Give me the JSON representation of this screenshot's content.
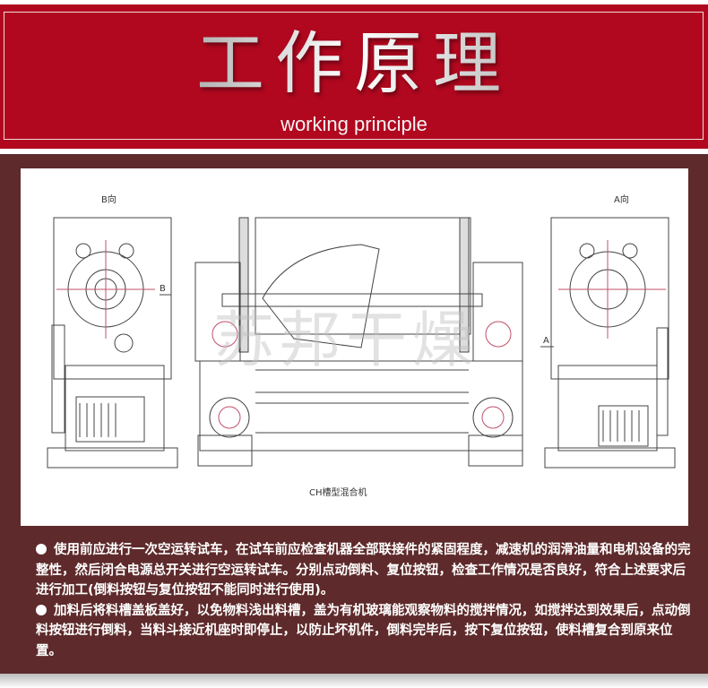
{
  "header": {
    "title": "工作原理",
    "subtitle": "working principle"
  },
  "drawing": {
    "label_b_view": "B向",
    "label_a_view": "A向",
    "arrow_b": "B",
    "arrow_a": "A",
    "caption": "CH槽型混合机",
    "watermark": "苏邦干燥"
  },
  "instructions": [
    "使用前应进行一次空运转试车，在试车前应检查机器全部联接件的紧固程度，减速机的润滑油量和电机设备的完整性，然后闭合电源总开关进行空运转试车。分别点动倒料、复位按钮，检查工作情况是否良好，符合上述要求后进行加工(倒料按钮与复位按钮不能同时进行使用)。",
    "加料后将料槽盖板盖好，以免物料浅出料槽，盖为有机玻璃能观察物料的搅拌情况，如搅拌达到效果后，点动倒料按钮进行倒料，当料斗接近机座时即停止，以防止坏机件，倒料完毕后，按下复位按钮，使料槽复合到原来位置。"
  ],
  "colors": {
    "banner": "#b1081f",
    "content_bg": "#5e2a2b"
  }
}
